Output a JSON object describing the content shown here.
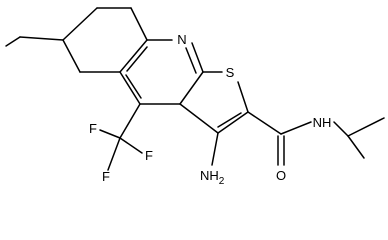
{
  "structure": {
    "atoms": {
      "n_ring": "N",
      "s_ring": "S",
      "amino": "NH",
      "amino_sub": "2",
      "carbonyl_o": "O",
      "amide_nh": "NH",
      "f1": "F",
      "f2": "F",
      "f3": "F"
    }
  }
}
